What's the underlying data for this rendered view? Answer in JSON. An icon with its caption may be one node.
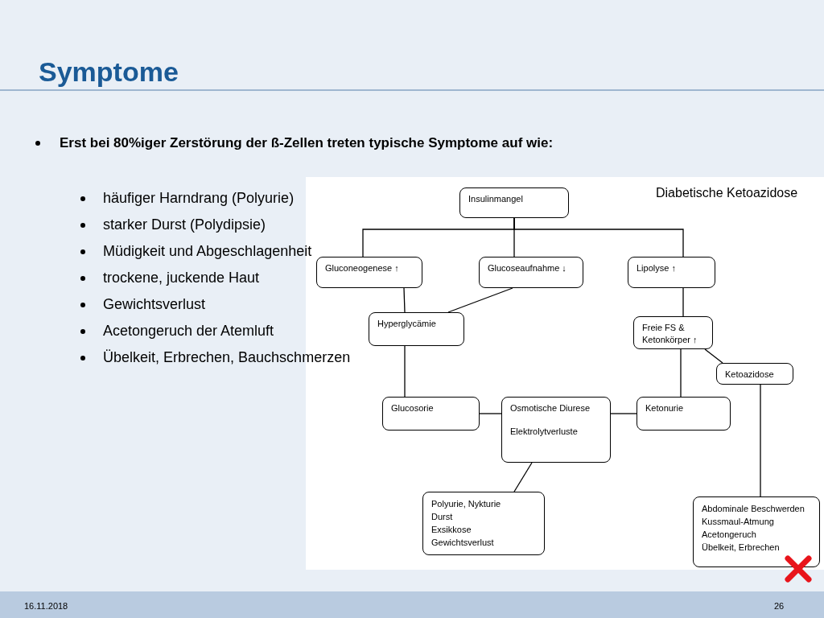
{
  "diagram": {
    "title": "Symptome",
    "nodes": [
      {
        "text": [
          "Insulinmangel"
        ]
      },
      {
        "text": [
          "Gluconeogenese ↑"
        ]
      },
      {
        "text": [
          "Glucoseaufnahme ↓"
        ]
      },
      {
        "text": [
          "Lipolyse ↑"
        ]
      },
      {
        "text": [
          "Hyperglycämie"
        ]
      },
      {
        "text": [
          "Freie FS & Ketonkörper ↑"
        ]
      },
      {
        "text": [
          "Ketoazidose"
        ]
      },
      {
        "text": [
          "Glucosorie"
        ]
      },
      {
        "text": [
          "Osmotische Diurese",
          "Elektrolytverluste"
        ]
      },
      {
        "text": [
          "Ketonurie"
        ]
      },
      {
        "text": [
          "Polyurie, Nykturie",
          "Durst",
          "Exsikkose",
          "Gewichtsverlust"
        ]
      },
      {
        "text": [
          "Abdominale Beschwerden",
          "Kussmaul-Atmung",
          "Acetongeruch",
          "Übelkeit, Erbrechen"
        ]
      }
    ],
    "edges": [
      {
        "from": 0,
        "to": 1,
        "arrow": "none"
      },
      {
        "from": 0,
        "to": 2,
        "arrow": "none"
      },
      {
        "from": 0,
        "to": 3,
        "arrow": "none"
      },
      {
        "from": 1,
        "to": 4,
        "arrow": "none"
      },
      {
        "from": 2,
        "to": 4,
        "arrow": "none"
      },
      {
        "from": 3,
        "to": 5,
        "arrow": "none"
      },
      {
        "from": 5,
        "to": 6,
        "arrow": "none"
      },
      {
        "from": 4,
        "to": 7,
        "arrow": "none"
      },
      {
        "from": 5,
        "to": 9,
        "arrow": "none"
      },
      {
        "from": 7,
        "to": 8,
        "arrow": "none"
      },
      {
        "from": 8,
        "to": 9,
        "arrow": "none"
      },
      {
        "from": 8,
        "to": 10,
        "arrow": "none"
      },
      {
        "from": 6,
        "to": 11,
        "arrow": "none"
      }
    ],
    "labels": [
      "Erst bei 80%iger Zerstörung der ß-Zellen treten typische Symptome auf wie:",
      "häufiger Harndrang (Polyurie)",
      "starker Durst (Polydipsie)",
      "Müdigkeit und Abgeschlagenheit",
      "trockene, juckende Haut",
      "Gewichtsverlust",
      "Acetongeruch der Atemluft",
      "Übelkeit, Erbrechen, Bauchschmerzen",
      "Diabetische Ketoazidose",
      "16.11.2018",
      "26"
    ]
  }
}
